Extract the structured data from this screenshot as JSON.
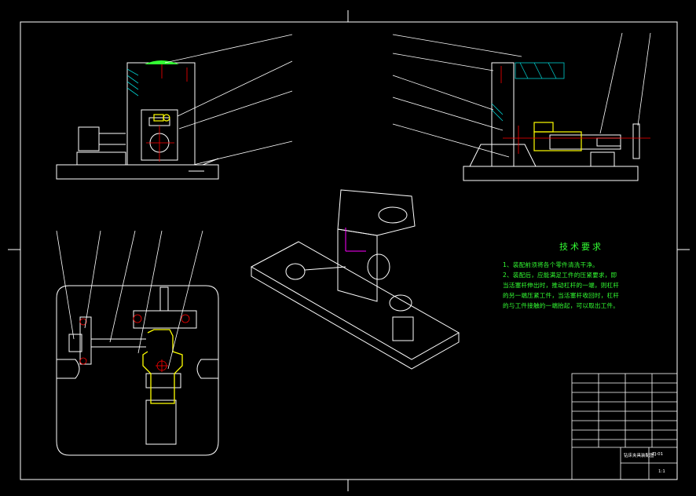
{
  "technical_requirements": {
    "title": "技术要求",
    "lines": [
      "1、装配前须将各个零件清洗干净。",
      "2、装配后，应能满足工件的压紧要求，即",
      "当活塞杆伸出时，推动杠杆的一端，则杠杆",
      "的另一端压紧工件，当活塞杆收回时，杠杆",
      "的与工件接触的一端抬起，可以取出工件。"
    ]
  },
  "title_block": {
    "drawing_name": "钻床夹具装配图",
    "part_code": "ZJ-01",
    "scale": "1:1"
  },
  "colors": {
    "background": "#000000",
    "line": "#ffffff",
    "hatch_cyan": "#00cccc",
    "highlight_yellow": "#ffff00",
    "center_red": "#ff0000",
    "green_part": "#33ff33",
    "magenta": "#ff00ff",
    "notes_text": "#33ff33"
  }
}
